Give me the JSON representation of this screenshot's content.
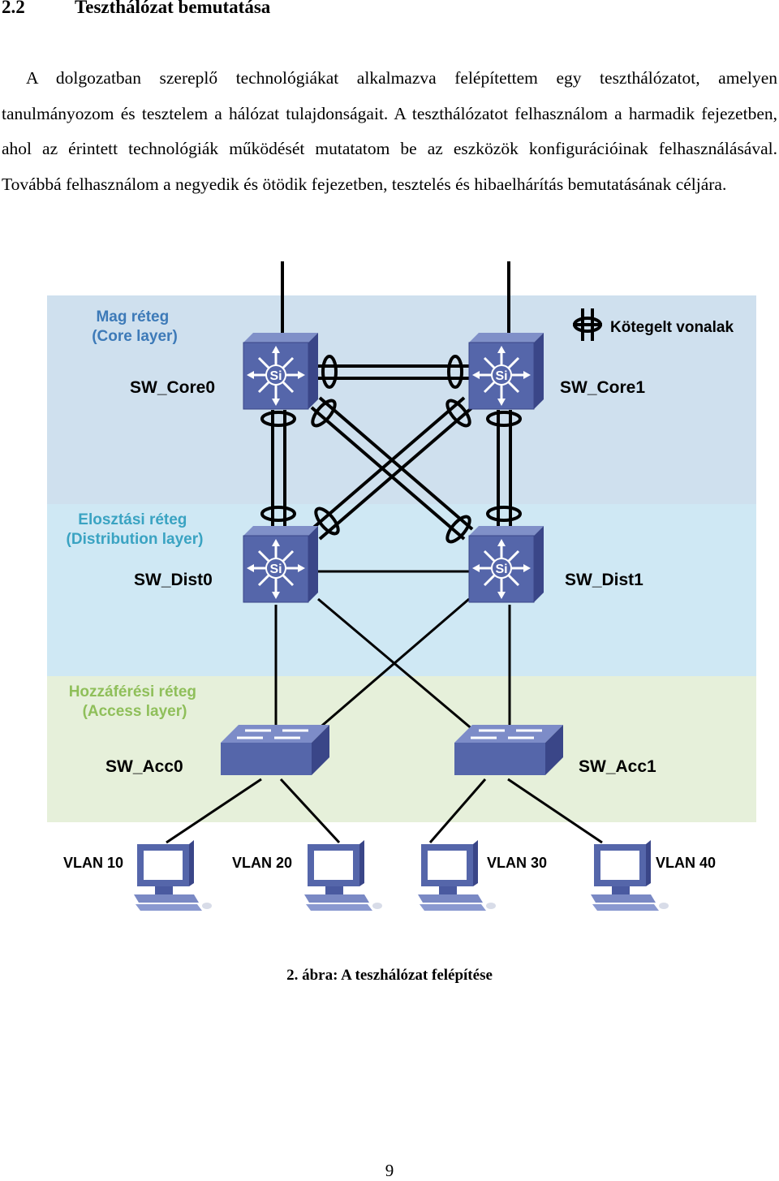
{
  "section": {
    "number": "2.2",
    "title": "Teszthálózat bemutatása"
  },
  "paragraph": "A dolgozatban szereplő technológiákat alkalmazva felépítettem egy teszthálózatot, amelyen tanulmányozom és tesztelem a hálózat tulajdonságait. A teszthálózatot felhasználom a harmadik fejezetben, ahol az érintett technológiák működését mutatatom be az eszközök konfigurációinak felhasználásával. Továbbá felhasználom a negyedik és ötödik fejezetben, tesztelés és hibaelhárítás bemutatásának céljára.",
  "figure": {
    "layers": {
      "core": {
        "line1": "Mag réteg",
        "line2": "(Core layer)"
      },
      "distribution": {
        "line1": "Elosztási réteg",
        "line2": "(Distribution layer)"
      },
      "access": {
        "line1": "Hozzáférési réteg",
        "line2": "(Access layer)"
      }
    },
    "legend": "Kötegelt vonalak",
    "switches": {
      "core0": "SW_Core0",
      "core1": "SW_Core1",
      "dist0": "SW_Dist0",
      "dist1": "SW_Dist1",
      "acc0": "SW_Acc0",
      "acc1": "SW_Acc1"
    },
    "si_label": "Si",
    "vlans": [
      "VLAN 10",
      "VLAN 20",
      "VLAN 30",
      "VLAN 40"
    ],
    "colors": {
      "core_bg": "#cfe0ee",
      "dist_bg": "#cfe8f4",
      "access_bg": "#e6f0da",
      "core_label": "#3d7ab8",
      "dist_label": "#3aa3c2",
      "access_label": "#8fbf5a",
      "device_blue": "#4a5aa0"
    }
  },
  "caption": "2. ábra: A teszhálózat felépítése",
  "page_number": "9"
}
